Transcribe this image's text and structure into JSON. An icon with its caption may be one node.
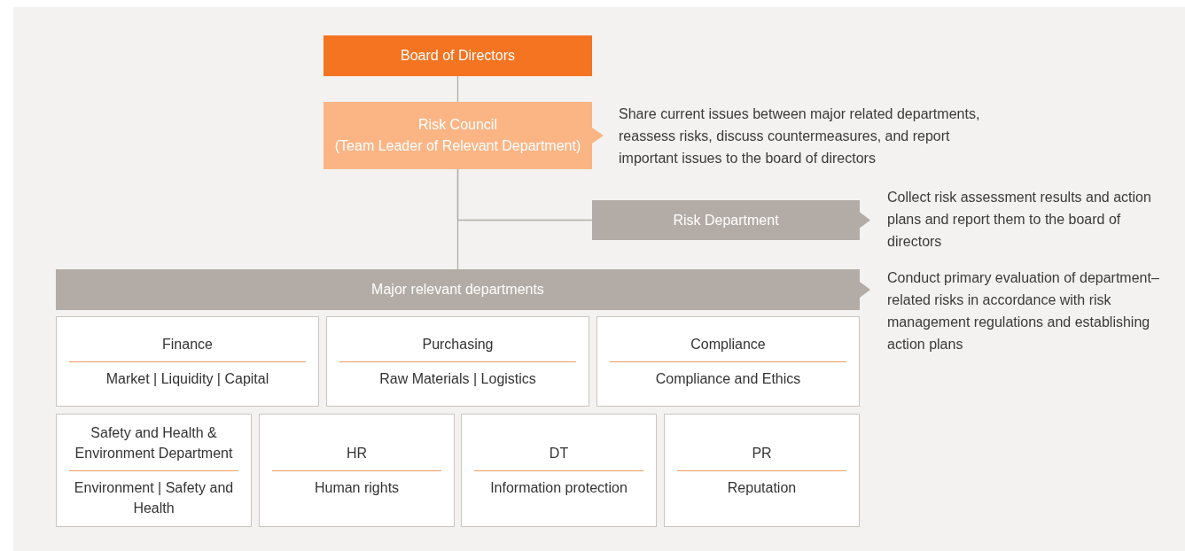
{
  "diagram": {
    "nodes": [
      {
        "text": [
          "Board of Directors"
        ]
      },
      {
        "text": [
          "Risk Council",
          "(Team Leader of Relevant Department)"
        ],
        "beside": [
          "Share current issues between major related departments, reassess risks, discuss countermeasures, and report important issues to the board of directors"
        ]
      },
      {
        "text": [
          "Risk Department"
        ],
        "beside": [
          "Collect risk assessment results and action plans and report them to the board of directors"
        ]
      },
      {
        "text": [
          "Major relevant departments"
        ],
        "beside": [
          "Conduct primary evaluation of department–related risks in accordance with risk management regulations and establishing action plans"
        ]
      },
      {
        "text": [
          "Finance",
          "Market | Liquidity | Capital"
        ]
      },
      {
        "text": [
          "Purchasing",
          "Raw Materials | Logistics"
        ]
      },
      {
        "text": [
          "Compliance",
          "Compliance and Ethics"
        ]
      },
      {
        "text": [
          "Safety and Health & Environment Department",
          "Environment | Safety and Health"
        ]
      },
      {
        "text": [
          "HR",
          "Human rights"
        ]
      },
      {
        "text": [
          "DT",
          "Information protection"
        ]
      },
      {
        "text": [
          "PR",
          "Reputation"
        ]
      }
    ],
    "edges": [
      {
        "from": 0,
        "to": 1,
        "arrow": "none"
      },
      {
        "from": 1,
        "to": 2,
        "arrow": "none"
      },
      {
        "from": 1,
        "to": 3,
        "arrow": "none"
      }
    ]
  }
}
